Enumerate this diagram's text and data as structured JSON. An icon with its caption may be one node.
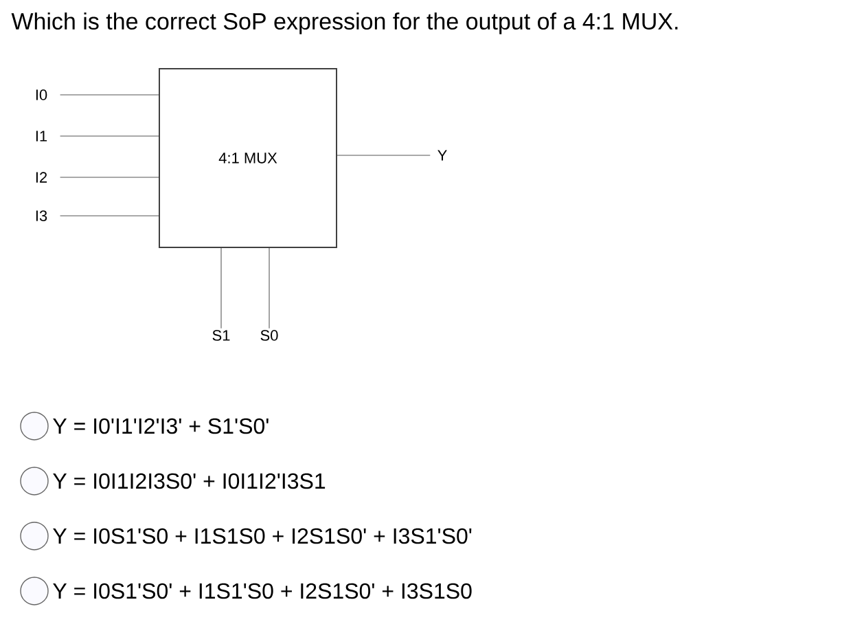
{
  "diagram": {
    "title": "Which is the correct SoP expression for the output of a 4:1 MUX.",
    "nodes": [
      {
        "text": [
          "4:1 MUX"
        ]
      },
      {
        "text": [
          "I0"
        ]
      },
      {
        "text": [
          "I1"
        ]
      },
      {
        "text": [
          "I2"
        ]
      },
      {
        "text": [
          "I3"
        ]
      },
      {
        "text": [
          "S1"
        ]
      },
      {
        "text": [
          "S0"
        ]
      },
      {
        "text": [
          "Y"
        ]
      }
    ],
    "edges": [
      {
        "from": 1,
        "to": 0,
        "arrow": "none"
      },
      {
        "from": 2,
        "to": 0,
        "arrow": "none"
      },
      {
        "from": 3,
        "to": 0,
        "arrow": "none"
      },
      {
        "from": 4,
        "to": 0,
        "arrow": "none"
      },
      {
        "from": 5,
        "to": 0,
        "arrow": "none"
      },
      {
        "from": 6,
        "to": 0,
        "arrow": "none"
      },
      {
        "from": 0,
        "to": 7,
        "arrow": "none"
      }
    ],
    "labels": [
      "Y = I0'I1'I2'I3' + S1'S0'",
      "Y = I0I1I2I3S0' + I0I1I2'I3S1",
      "Y = I0S1'S0 + I1S1S0 + I2S1S0' + I3S1'S0'",
      "Y = I0S1'S0' + I1S1'S0 + I2S1S0' + I3S1S0"
    ]
  }
}
